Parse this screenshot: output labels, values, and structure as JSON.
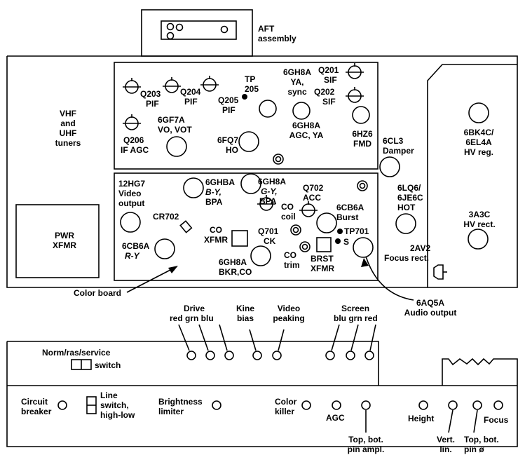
{
  "labels": {
    "aft": [
      "AFT",
      "assembly"
    ],
    "tuners": [
      "VHF",
      "and",
      "UHF",
      "tuners"
    ],
    "pwr": [
      "PWR",
      "XFMR"
    ],
    "color_board": "Color board",
    "q203": [
      "Q203",
      "PIF"
    ],
    "q204": [
      "Q204",
      "PIF"
    ],
    "q205": [
      "Q205",
      "PIF"
    ],
    "tp205": [
      "TP",
      "205"
    ],
    "gh8a_top": [
      "6GH8A",
      "YA,",
      "sync"
    ],
    "q201": [
      "Q201",
      "SIF"
    ],
    "q202": [
      "Q202",
      "SIF"
    ],
    "gh8a_agc": [
      "6GH8A",
      "AGC, YA"
    ],
    "hz6": [
      "6HZ6",
      "FMD"
    ],
    "q206": [
      "Q206",
      "IF AGC"
    ],
    "gf7a": [
      "6GF7A",
      "VO, VOT"
    ],
    "fq7": [
      "6FQ7",
      "HO"
    ],
    "cl3": [
      "6CL3",
      "Damper"
    ],
    "bk4c": [
      "6BK4C/",
      "6EL4A",
      "HV reg."
    ],
    "hg7": [
      "12HG7",
      "Video",
      "output"
    ],
    "ghba": [
      "6GHBA",
      "B-Y,",
      "BPA"
    ],
    "gh8a_gy": [
      "6GH8A",
      "G-Y,",
      "BPA"
    ],
    "q702": [
      "Q702",
      "ACC"
    ],
    "lq6": [
      "6LQ6/",
      "6JE6C",
      "HOT"
    ],
    "a3c": [
      "3A3C",
      "HV rect."
    ],
    "cr702": "CR702",
    "co_coil": [
      "CO",
      "coil"
    ],
    "cb6a_burst": [
      "6CB6A",
      "Burst"
    ],
    "tp701": "TP701",
    "s": "S",
    "co_xfmr": [
      "CO",
      "XFMR"
    ],
    "q701": [
      "Q701",
      "CK"
    ],
    "cb6a_ry": [
      "6CB6A",
      "R-Y"
    ],
    "gh8a_bkr": [
      "6GH8A",
      "BKR,CO"
    ],
    "co_trim": [
      "CO",
      "trim"
    ],
    "brst_xfmr": [
      "BRST",
      "XFMR"
    ],
    "av2": [
      "2AV2",
      "Focus rect."
    ],
    "aq5a": [
      "6AQ5A",
      "Audio output"
    ],
    "drive": "Drive",
    "drive_colors": "red grn blu",
    "kine": [
      "Kine",
      "bias"
    ],
    "video_peaking": [
      "Video",
      "peaking"
    ],
    "screen": "Screen",
    "screen_colors": "blu grn red",
    "norm": "Norm/ras/service",
    "switch": "switch",
    "circuit": [
      "Circuit",
      "breaker"
    ],
    "line_switch": [
      "Line",
      "switch,",
      "high-low"
    ],
    "brightness": [
      "Brightness",
      "limiter"
    ],
    "color_killer": [
      "Color",
      "killer"
    ],
    "agc": "AGC",
    "top_bot_ampl": [
      "Top, bot.",
      "pin ampl."
    ],
    "height": "Height",
    "vert_lin": [
      "Vert.",
      "lin."
    ],
    "top_bot_phase": [
      "Top, bot.",
      "pin ø"
    ],
    "focus": "Focus"
  }
}
